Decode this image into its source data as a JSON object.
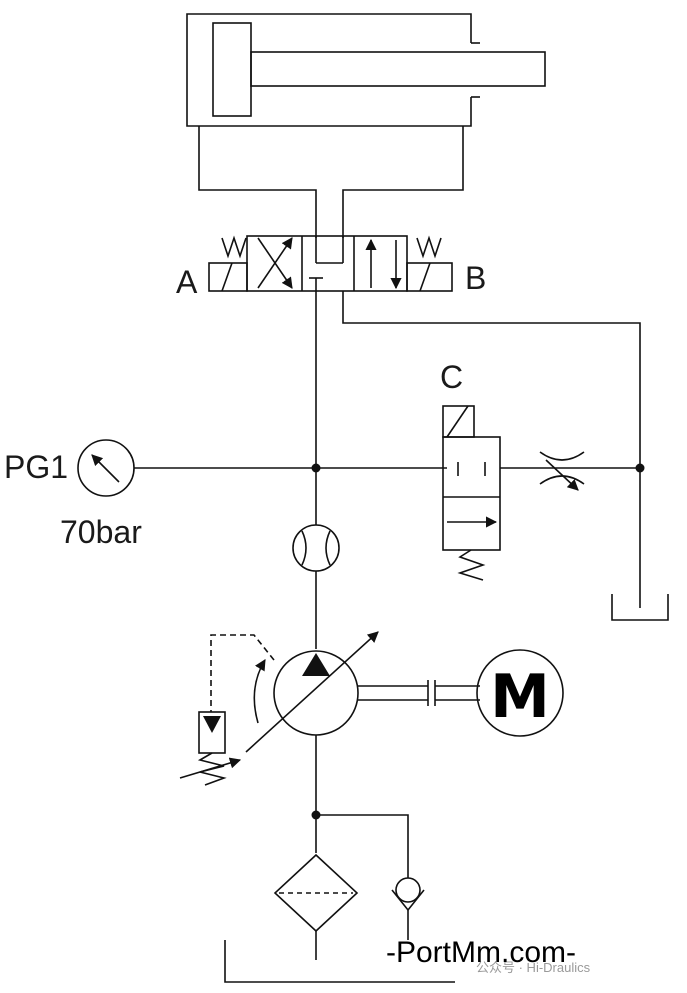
{
  "labels": {
    "port_a": "A",
    "port_b": "B",
    "valve_c": "C",
    "gauge": "PG1",
    "gauge_reading": "70bar",
    "motor": "M"
  },
  "footer": {
    "site": "-PortMm.com-",
    "watermark": "公众号 · Hi-Draulics"
  },
  "colors": {
    "line": "#111111",
    "background": "#ffffff",
    "watermark": "#9a9a9a"
  },
  "icons": [
    "hydraulic-cylinder",
    "directional-valve",
    "pressure-gauge",
    "solenoid-valve",
    "throttle-valve",
    "flow-meter",
    "variable-pump",
    "electric-motor",
    "filter",
    "check-valve",
    "tank"
  ]
}
